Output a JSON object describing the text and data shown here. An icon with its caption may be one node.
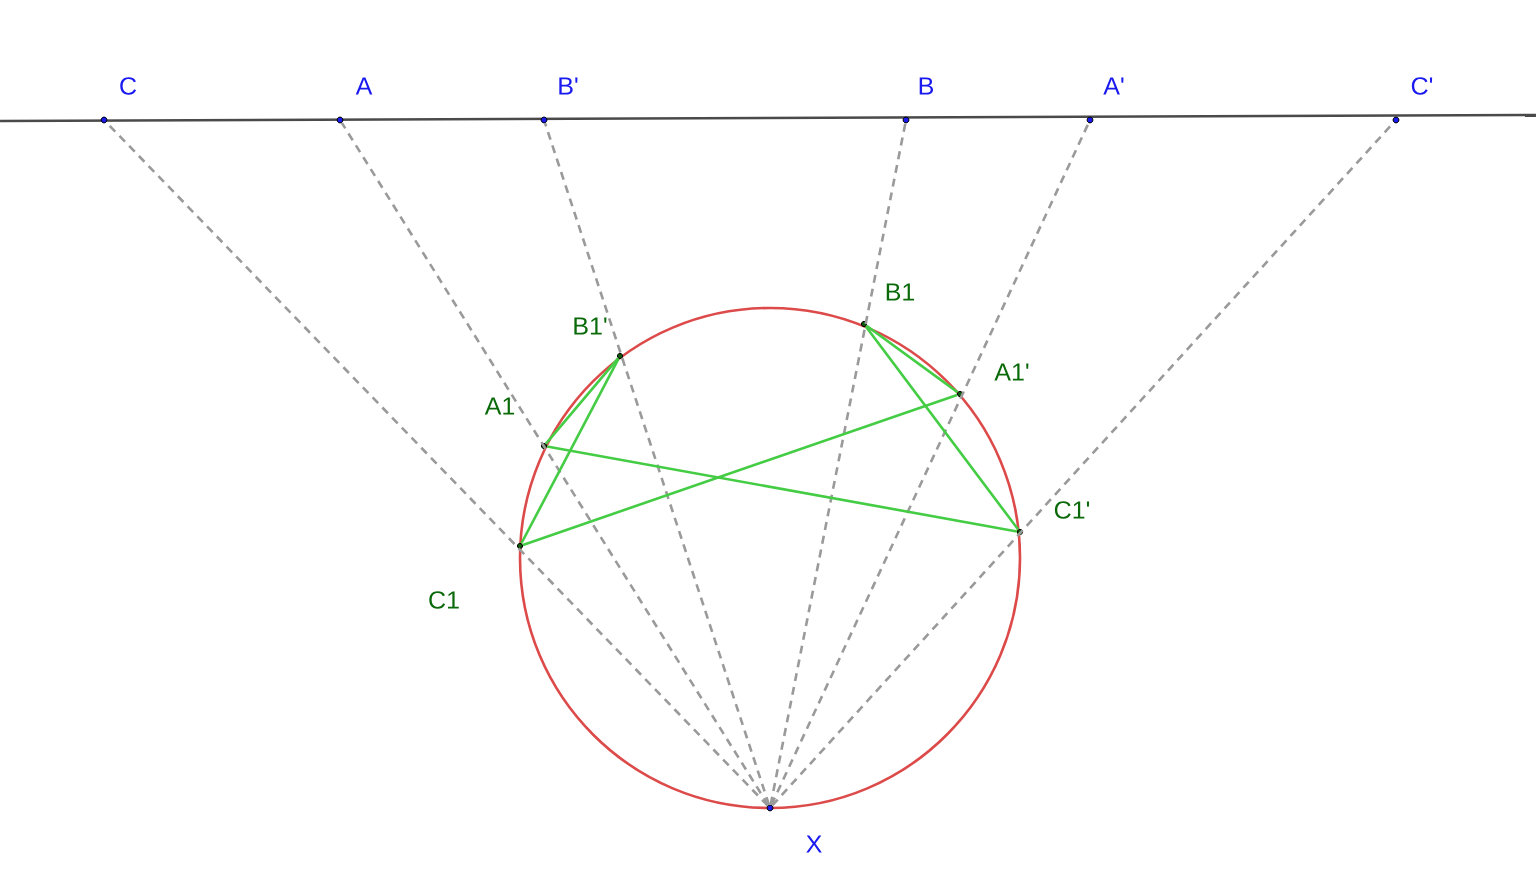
{
  "diagram": {
    "nodes": [
      {
        "text": [
          "C"
        ]
      },
      {
        "text": [
          "A"
        ]
      },
      {
        "text": [
          "B'"
        ]
      },
      {
        "text": [
          "B"
        ]
      },
      {
        "text": [
          "A'"
        ]
      },
      {
        "text": [
          "C'"
        ]
      },
      {
        "text": [
          "B1'"
        ]
      },
      {
        "text": [
          "B1"
        ]
      },
      {
        "text": [
          "A1'"
        ]
      },
      {
        "text": [
          "A1"
        ]
      },
      {
        "text": [
          "C1"
        ]
      },
      {
        "text": [
          "C1'"
        ]
      },
      {
        "text": [
          "X"
        ]
      }
    ],
    "edges": [
      {
        "from": 12,
        "to": 0,
        "arrow": "none",
        "style": "dashed",
        "color": "#9a9a9a"
      },
      {
        "from": 12,
        "to": 1,
        "arrow": "none",
        "style": "dashed",
        "color": "#9a9a9a"
      },
      {
        "from": 12,
        "to": 2,
        "arrow": "none",
        "style": "dashed",
        "color": "#9a9a9a"
      },
      {
        "from": 12,
        "to": 3,
        "arrow": "none",
        "style": "dashed",
        "color": "#9a9a9a"
      },
      {
        "from": 12,
        "to": 4,
        "arrow": "none",
        "style": "dashed",
        "color": "#9a9a9a"
      },
      {
        "from": 12,
        "to": 5,
        "arrow": "none",
        "style": "dashed",
        "color": "#9a9a9a"
      },
      {
        "from": 6,
        "to": 9,
        "arrow": "none",
        "color": "#44cc44"
      },
      {
        "from": 6,
        "to": 10,
        "arrow": "none",
        "color": "#44cc44"
      },
      {
        "from": 9,
        "to": 11,
        "arrow": "none",
        "color": "#44cc44"
      },
      {
        "from": 10,
        "to": 8,
        "arrow": "none",
        "color": "#44cc44"
      },
      {
        "from": 7,
        "to": 8,
        "arrow": "none",
        "color": "#44cc44"
      },
      {
        "from": 7,
        "to": 11,
        "arrow": "none",
        "color": "#44cc44"
      }
    ]
  }
}
